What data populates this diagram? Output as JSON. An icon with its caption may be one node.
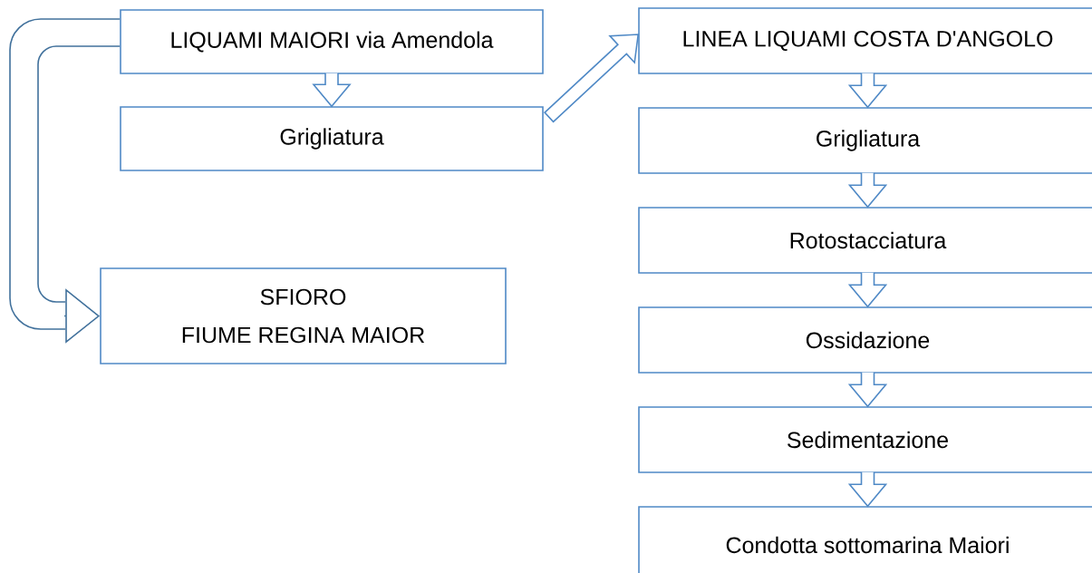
{
  "diagram": {
    "nodes": [
      {
        "text": [
          "LIQUAMI MAIORI via Amendola"
        ]
      },
      {
        "text": [
          "Grigliatura"
        ]
      },
      {
        "text": [
          "SFIORO",
          "FIUME REGINA MAIOR"
        ]
      },
      {
        "text": [
          "LINEA LIQUAMI COSTA D'ANGOLO"
        ]
      },
      {
        "text": [
          "Grigliatura"
        ]
      },
      {
        "text": [
          "Rotostacciatura"
        ]
      },
      {
        "text": [
          "Ossidazione"
        ]
      },
      {
        "text": [
          "Sedimentazione"
        ]
      },
      {
        "text": [
          "Condotta sottomarina Maiori"
        ]
      }
    ],
    "edges": [
      {
        "from": 0,
        "to": 1,
        "arrow": "to"
      },
      {
        "from": 1,
        "to": 3,
        "arrow": "to"
      },
      {
        "from": 0,
        "to": 2,
        "arrow": "to",
        "color": "#41719c"
      },
      {
        "from": 3,
        "to": 4,
        "arrow": "to"
      },
      {
        "from": 4,
        "to": 5,
        "arrow": "to"
      },
      {
        "from": 5,
        "to": 6,
        "arrow": "to"
      },
      {
        "from": 6,
        "to": 7,
        "arrow": "to"
      },
      {
        "from": 7,
        "to": 8,
        "arrow": "to"
      }
    ]
  }
}
